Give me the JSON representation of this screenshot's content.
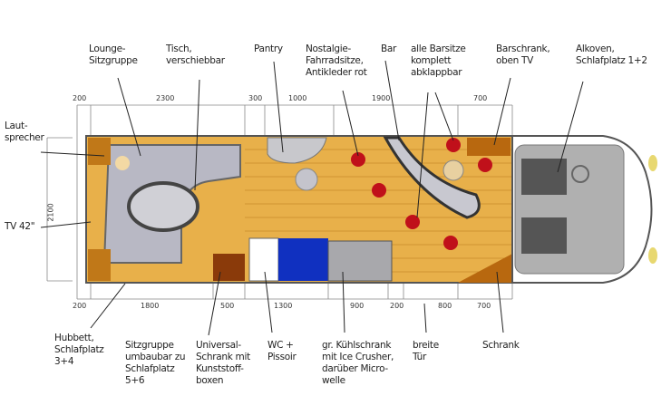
{
  "labels_top": [
    {
      "id": "lounge",
      "text": "Lounge-\nSitzgruppe"
    },
    {
      "id": "tisch",
      "text": "Tisch,\nverschiebbar"
    },
    {
      "id": "pantry",
      "text": "Pantry"
    },
    {
      "id": "nostalgie",
      "text": "Nostalgie-\nFahrradsitze,\nAntikleder rot"
    },
    {
      "id": "bar",
      "text": "Bar"
    },
    {
      "id": "barsitze",
      "text": "alle Barsitze\nkomplett\nabklappbar"
    },
    {
      "id": "barschrank",
      "text": "Barschrank,\noben TV"
    },
    {
      "id": "alkoven",
      "text": "Alkoven,\nSchlafplatz 1+2"
    }
  ],
  "labels_left": [
    {
      "id": "lautsprecher",
      "text": "Laut-\nsprecher"
    },
    {
      "id": "tv",
      "text": "TV 42\""
    }
  ],
  "labels_bottom": [
    {
      "id": "hubbett",
      "text": "Hubbett,\nSchlafplatz\n3+4"
    },
    {
      "id": "sitzgruppe",
      "text": "Sitzgruppe\numbaubar zu\nSchlafplatz\n5+6"
    },
    {
      "id": "universal",
      "text": "Universal-\nSchrank mit\nKunststoff-\nboxen"
    },
    {
      "id": "wc",
      "text": "WC +\nPissoir"
    },
    {
      "id": "kuehlschrank",
      "text": "gr. Kühlschrank\nmit Ice Crusher,\ndarüber Micro-\nwelle"
    },
    {
      "id": "tuer",
      "text": "breite\nTür"
    },
    {
      "id": "schrank",
      "text": "Schrank"
    }
  ],
  "dimensions_top": [
    "200",
    "2300",
    "300",
    "1000",
    "1900",
    "700"
  ],
  "dimensions_bottom": [
    "200",
    "1800",
    "500",
    "1300",
    "900",
    "200",
    "800",
    "700"
  ],
  "dimension_width": "2100",
  "colors": {
    "floor": "#e8b04a",
    "wood": "#b8680f",
    "seat": "#c0c0c8",
    "seat_red": "#c0101a",
    "wc_blue": "#1030c0",
    "cab": "#a9a9a9"
  }
}
